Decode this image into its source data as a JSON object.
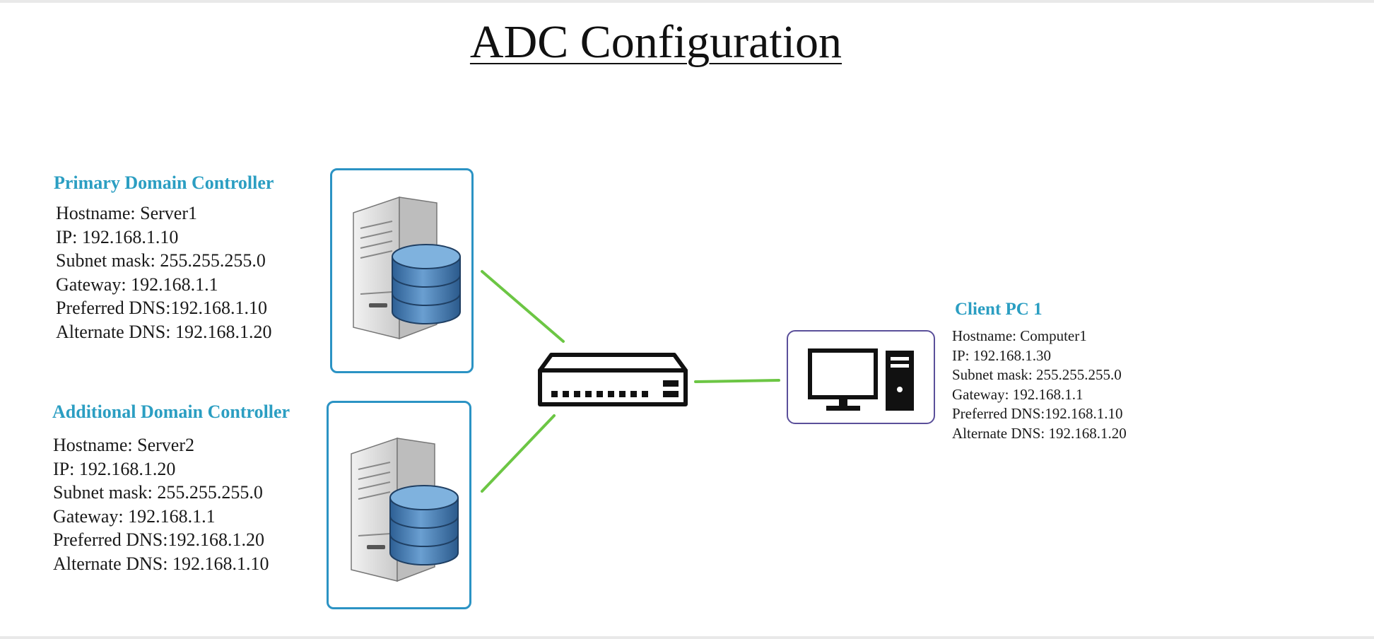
{
  "title": "ADC Configuration",
  "primary": {
    "heading": "Primary Domain Controller",
    "lines": [
      "Hostname: Server1",
      "IP: 192.168.1.10",
      "Subnet mask: 255.255.255.0",
      "Gateway: 192.168.1.1",
      "Preferred DNS:192.168.1.10",
      "Alternate DNS: 192.168.1.20"
    ]
  },
  "additional": {
    "heading": "Additional Domain Controller",
    "lines": [
      "Hostname: Server2",
      "IP: 192.168.1.20",
      "Subnet mask: 255.255.255.0",
      "Gateway: 192.168.1.1",
      "Preferred DNS:192.168.1.20",
      "Alternate DNS: 192.168.1.10"
    ]
  },
  "client": {
    "heading": "Client PC 1",
    "lines": [
      "Hostname: Computer1",
      "IP: 192.168.1.30",
      "Subnet mask: 255.255.255.0",
      "Gateway: 192.168.1.1",
      "Preferred DNS:192.168.1.10",
      "Alternate DNS: 192.168.1.20"
    ]
  },
  "colors": {
    "heading": "#2b9ec2",
    "server_box_border": "#2b93c4",
    "client_box_border": "#5a4f9a",
    "link": "#6cc644"
  },
  "icons": {
    "server1": "database-server-icon",
    "server2": "database-server-icon",
    "switch": "network-switch-icon",
    "client": "desktop-computer-icon"
  }
}
